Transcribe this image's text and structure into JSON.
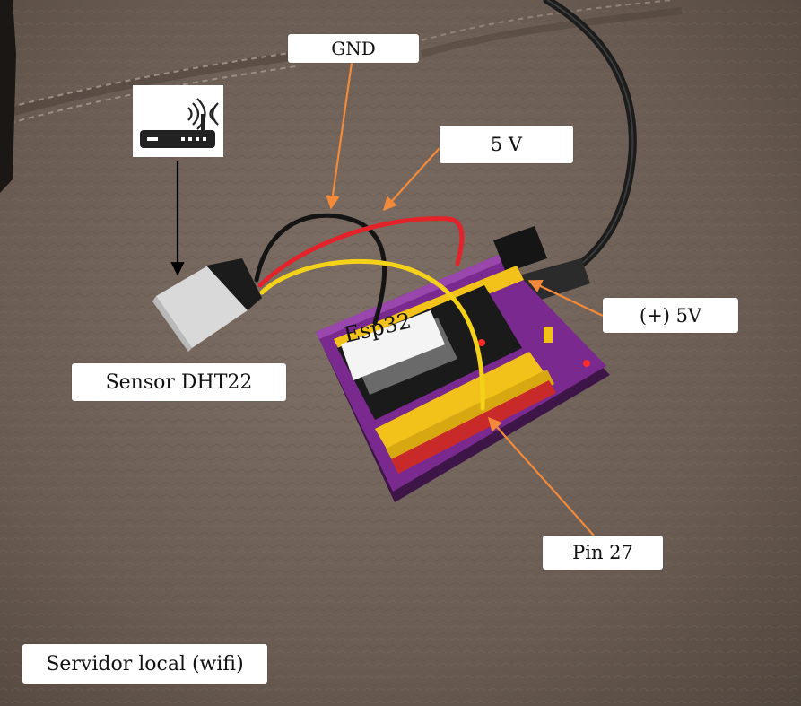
{
  "labels": {
    "gnd": "GND",
    "five_v": "5 V",
    "plus_five_v": "(+) 5V",
    "sensor": "Sensor DHT22",
    "pin": "Pin 27",
    "server": "Servidor local (wifi)",
    "board": "Esp32"
  },
  "icons": {
    "router": "wifi-router-icon"
  },
  "colors": {
    "arrow": "#f28a3a",
    "router_arrow": "#000000",
    "wire_red": "#e3222a",
    "wire_black": "#141414",
    "wire_yellow": "#f5d21a",
    "board": "#7a2a8e",
    "header": "#f2c21b"
  }
}
